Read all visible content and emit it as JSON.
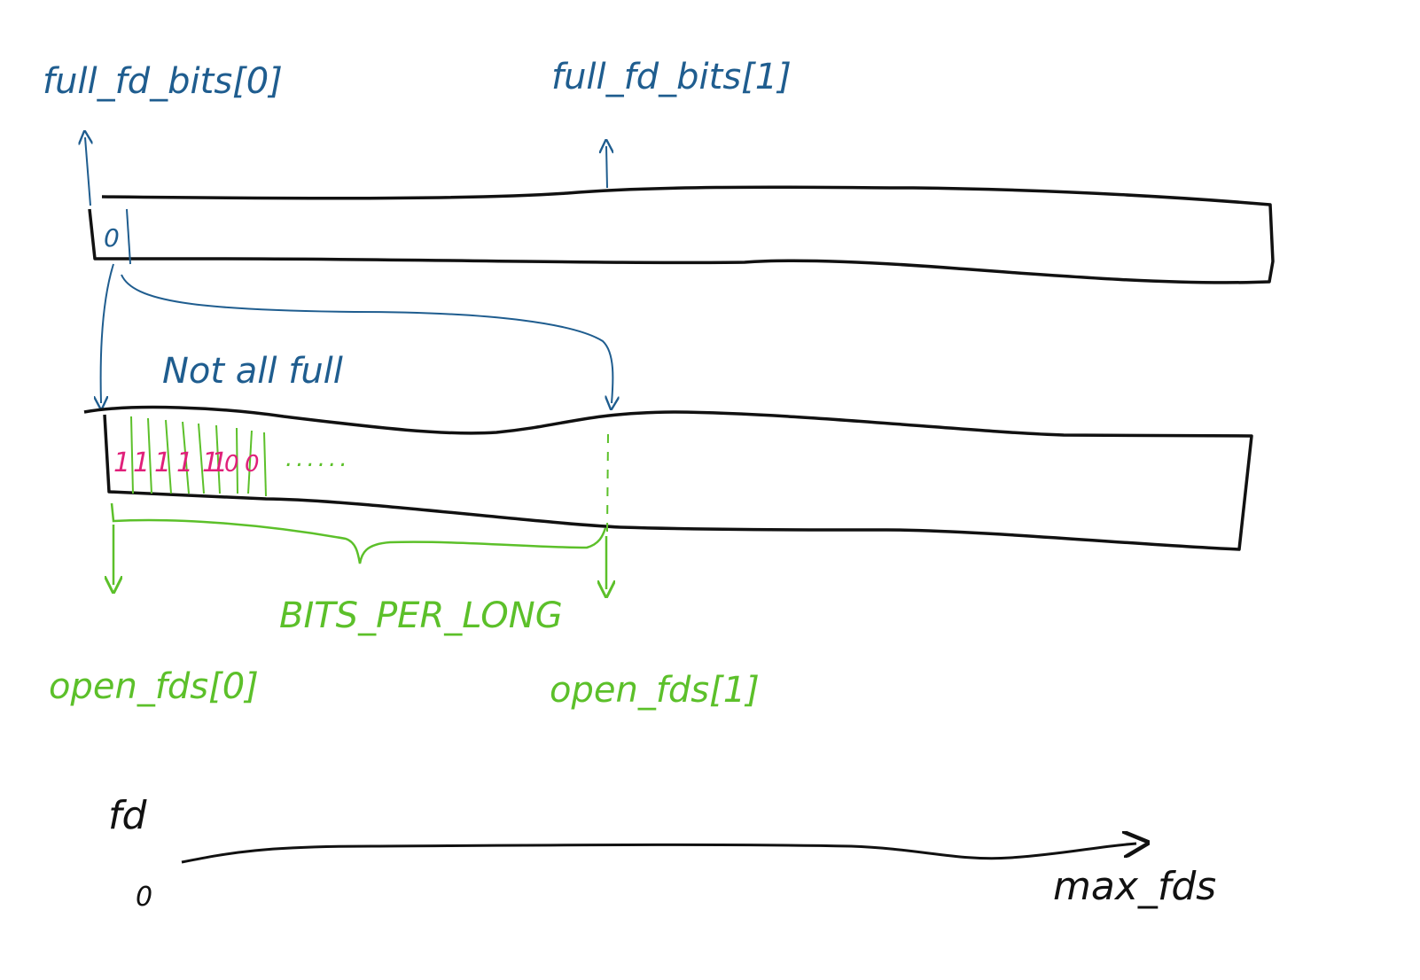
{
  "labels": {
    "full_fd_bits_0": "full_fd_bits[0]",
    "full_fd_bits_1": "full_fd_bits[1]",
    "not_all_full": "Not all full",
    "bits_per_long": "BITS_PER_LONG",
    "open_fds_0": "open_fds[0]",
    "open_fds_1": "open_fds[1]",
    "fd_axis": "fd",
    "zero_origin": "0",
    "max_fds": "max_fds"
  },
  "full_fd_bits_cells": [
    "0"
  ],
  "open_fds_bits": [
    "1",
    "1",
    "1",
    "1",
    "1",
    "1",
    "0",
    "0"
  ],
  "open_fds_ellipsis": "......",
  "colors": {
    "black": "#111111",
    "blue": "#1f5d8f",
    "green": "#5cc02a",
    "pink": "#e0207a"
  }
}
